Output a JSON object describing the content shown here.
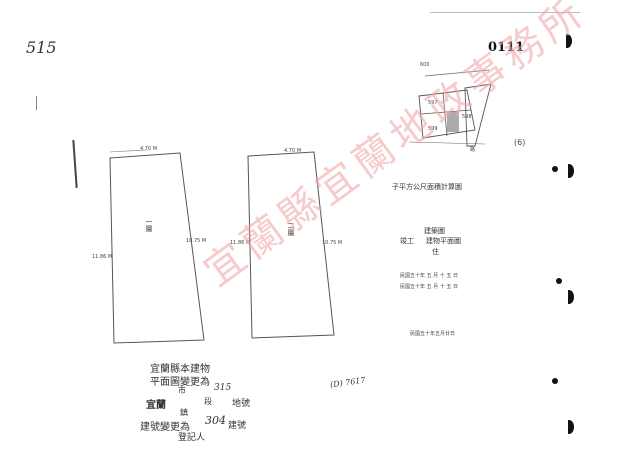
{
  "page": {
    "page_number": "515",
    "doc_number": "0111",
    "side_mark": "(6)"
  },
  "floor_plans": [
    {
      "id": "floor-1",
      "top_dim": "4.70 M",
      "left_dim": "11.86 M",
      "right_dim": "10.75 M",
      "floor_label": "一層"
    },
    {
      "id": "floor-2",
      "top_dim": "4.70 M",
      "left_dim": "11.86 M",
      "right_dim": "10.75 M",
      "floor_label": "二層"
    }
  ],
  "site_map": {
    "top_label": "600",
    "lot_numbers": [
      "597",
      "598",
      "599"
    ],
    "road_label": "路",
    "caption": "子平方公尺面積計算圖"
  },
  "right_info": {
    "line1": "建築圖",
    "line2": "竣工",
    "line3": "建物平面圖",
    "line4": "住",
    "note1": "民國五十年 五 月  十 五 日",
    "note2": "民國五十年 五 月  十 五 日",
    "date_line": "民國五十年五月廿日"
  },
  "bottom_text": {
    "line1": "宜蘭縣本建物",
    "line2": "平面圖變更為",
    "line3_prefix": "宜蘭",
    "line3_city": "市",
    "line3_section_label": "段",
    "line3_section_number": "315",
    "line3_suffix": "地號",
    "line4": "鎮",
    "line5_prefix": "建號變更為",
    "line5_number": "304",
    "line5_suffix": "建號",
    "line6": "登記人",
    "handwritten_note": "(D) 7617"
  },
  "stamp": {
    "text": "宜蘭縣宜蘭地政事務所",
    "color": "#f2a9a9"
  },
  "colors": {
    "ink": "#333333",
    "paper": "#ffffff",
    "stamp": "#f2a9a9"
  }
}
